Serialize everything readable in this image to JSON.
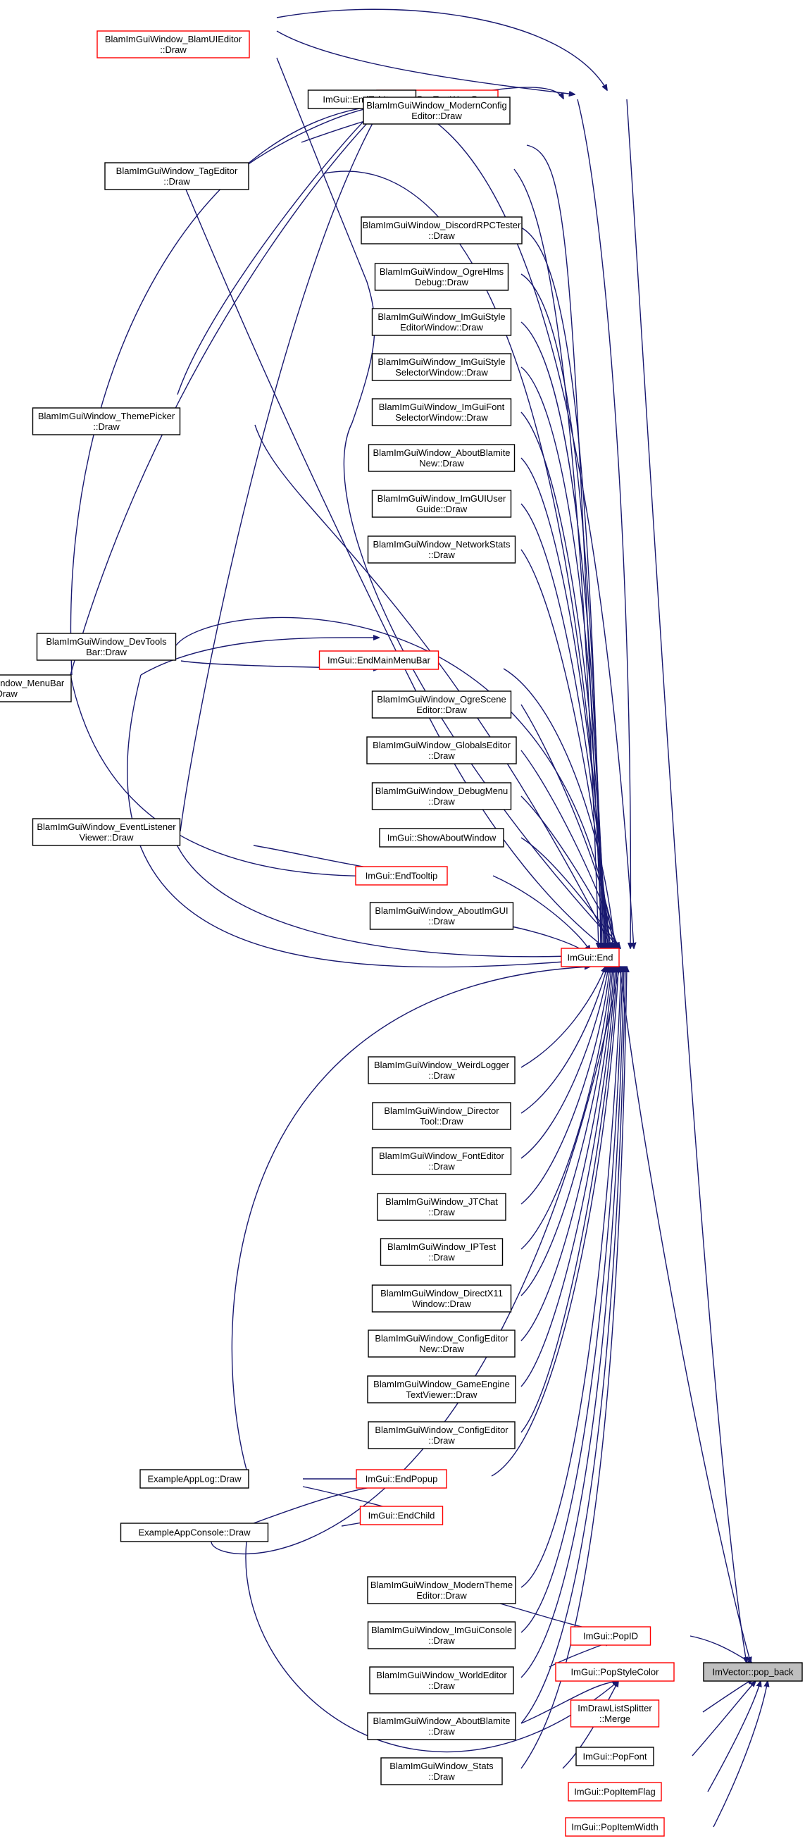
{
  "colors": {
    "edge": "#191970",
    "red_border": "#ff0000",
    "black_border": "#000000",
    "focus_fill": "#bfbfbf"
  },
  "nodes": [
    {
      "id": "blamui",
      "lines": [
        "BlamImGuiWindow_BlamUIEditor",
        "::Draw"
      ],
      "style": "red"
    },
    {
      "id": "poptextwrap",
      "lines": [
        "ImGui::PopTextWrapPos"
      ],
      "style": "red"
    },
    {
      "id": "endtabitem",
      "lines": [
        "ImGui::EndTabItem"
      ],
      "style": "black"
    },
    {
      "id": "modernconfig",
      "lines": [
        "BlamImGuiWindow_ModernConfig",
        "Editor::Draw"
      ],
      "style": "black"
    },
    {
      "id": "tageditor",
      "lines": [
        "BlamImGuiWindow_TagEditor",
        "::Draw"
      ],
      "style": "black"
    },
    {
      "id": "discord",
      "lines": [
        "BlamImGuiWindow_DiscordRPCTester",
        "::Draw"
      ],
      "style": "black"
    },
    {
      "id": "ogrehlms",
      "lines": [
        "BlamImGuiWindow_OgreHlms",
        "Debug::Draw"
      ],
      "style": "black"
    },
    {
      "id": "stylededitor",
      "lines": [
        "BlamImGuiWindow_ImGuiStyle",
        "EditorWindow::Draw"
      ],
      "style": "black"
    },
    {
      "id": "styleselector",
      "lines": [
        "BlamImGuiWindow_ImGuiStyle",
        "SelectorWindow::Draw"
      ],
      "style": "black"
    },
    {
      "id": "fontselector",
      "lines": [
        "BlamImGuiWindow_ImGuiFont",
        "SelectorWindow::Draw"
      ],
      "style": "black"
    },
    {
      "id": "themepicker",
      "lines": [
        "BlamImGuiWindow_ThemePicker",
        "::Draw"
      ],
      "style": "black"
    },
    {
      "id": "aboutblamitenew",
      "lines": [
        "BlamImGuiWindow_AboutBlamite",
        "New::Draw"
      ],
      "style": "black"
    },
    {
      "id": "userguide",
      "lines": [
        "BlamImGuiWindow_ImGUIUser",
        "Guide::Draw"
      ],
      "style": "black"
    },
    {
      "id": "netstats",
      "lines": [
        "BlamImGuiWindow_NetworkStats",
        "::Draw"
      ],
      "style": "black"
    },
    {
      "id": "devtools",
      "lines": [
        "BlamImGuiWindow_DevTools",
        "Bar::Draw"
      ],
      "style": "black"
    },
    {
      "id": "menubar",
      "lines": [
        "BlamImGuiWindow_MenuBar",
        "::Draw"
      ],
      "style": "black"
    },
    {
      "id": "endmainmenubar",
      "lines": [
        "ImGui::EndMainMenuBar"
      ],
      "style": "red"
    },
    {
      "id": "ogrescene",
      "lines": [
        "BlamImGuiWindow_OgreScene",
        "Editor::Draw"
      ],
      "style": "black"
    },
    {
      "id": "globals",
      "lines": [
        "BlamImGuiWindow_GlobalsEditor",
        "::Draw"
      ],
      "style": "black"
    },
    {
      "id": "debugmenu",
      "lines": [
        "BlamImGuiWindow_DebugMenu",
        "::Draw"
      ],
      "style": "black"
    },
    {
      "id": "showabout",
      "lines": [
        "ImGui::ShowAboutWindow"
      ],
      "style": "black"
    },
    {
      "id": "eventlistener",
      "lines": [
        "BlamImGuiWindow_EventListener",
        "Viewer::Draw"
      ],
      "style": "black"
    },
    {
      "id": "endtooltip",
      "lines": [
        "ImGui::EndTooltip"
      ],
      "style": "red"
    },
    {
      "id": "aboutimgui",
      "lines": [
        "BlamImGuiWindow_AboutImGUI",
        "::Draw"
      ],
      "style": "black"
    },
    {
      "id": "end",
      "lines": [
        "ImGui::End"
      ],
      "style": "red"
    },
    {
      "id": "weirdlogger",
      "lines": [
        "BlamImGuiWindow_WeirdLogger",
        "::Draw"
      ],
      "style": "black"
    },
    {
      "id": "director",
      "lines": [
        "BlamImGuiWindow_Director",
        "Tool::Draw"
      ],
      "style": "black"
    },
    {
      "id": "fonteditor",
      "lines": [
        "BlamImGuiWindow_FontEditor",
        "::Draw"
      ],
      "style": "black"
    },
    {
      "id": "jtchat",
      "lines": [
        "BlamImGuiWindow_JTChat",
        "::Draw"
      ],
      "style": "black"
    },
    {
      "id": "iptest",
      "lines": [
        "BlamImGuiWindow_IPTest",
        "::Draw"
      ],
      "style": "black"
    },
    {
      "id": "directx11",
      "lines": [
        "BlamImGuiWindow_DirectX11",
        "Window::Draw"
      ],
      "style": "black"
    },
    {
      "id": "configeditornew",
      "lines": [
        "BlamImGuiWindow_ConfigEditor",
        "New::Draw"
      ],
      "style": "black"
    },
    {
      "id": "gameengine",
      "lines": [
        "BlamImGuiWindow_GameEngine",
        "TextViewer::Draw"
      ],
      "style": "black"
    },
    {
      "id": "configeditor",
      "lines": [
        "BlamImGuiWindow_ConfigEditor",
        "::Draw"
      ],
      "style": "black"
    },
    {
      "id": "applog",
      "lines": [
        "ExampleAppLog::Draw"
      ],
      "style": "black"
    },
    {
      "id": "endpopup",
      "lines": [
        "ImGui::EndPopup"
      ],
      "style": "red"
    },
    {
      "id": "endchild",
      "lines": [
        "ImGui::EndChild"
      ],
      "style": "red"
    },
    {
      "id": "appconsole",
      "lines": [
        "ExampleAppConsole::Draw"
      ],
      "style": "black"
    },
    {
      "id": "moderntheme",
      "lines": [
        "BlamImGuiWindow_ModernTheme",
        "Editor::Draw"
      ],
      "style": "black"
    },
    {
      "id": "imguiconsole",
      "lines": [
        "BlamImGuiWindow_ImGuiConsole",
        "::Draw"
      ],
      "style": "black"
    },
    {
      "id": "popid",
      "lines": [
        "ImGui::PopID"
      ],
      "style": "red"
    },
    {
      "id": "worldeditor",
      "lines": [
        "BlamImGuiWindow_WorldEditor",
        "::Draw"
      ],
      "style": "black"
    },
    {
      "id": "popstylecolor",
      "lines": [
        "ImGui::PopStyleColor"
      ],
      "style": "red"
    },
    {
      "id": "popback",
      "lines": [
        "ImVector::pop_back"
      ],
      "style": "focus"
    },
    {
      "id": "splitter",
      "lines": [
        "ImDrawListSplitter",
        "::Merge"
      ],
      "style": "red"
    },
    {
      "id": "aboutblamite",
      "lines": [
        "BlamImGuiWindow_AboutBlamite",
        "::Draw"
      ],
      "style": "black"
    },
    {
      "id": "popfont",
      "lines": [
        "ImGui::PopFont"
      ],
      "style": "black"
    },
    {
      "id": "stats",
      "lines": [
        "BlamImGuiWindow_Stats",
        "::Draw"
      ],
      "style": "black"
    },
    {
      "id": "popitemflag",
      "lines": [
        "ImGui::PopItemFlag"
      ],
      "style": "red"
    },
    {
      "id": "popitemwidth",
      "lines": [
        "ImGui::PopItemWidth"
      ],
      "style": "red"
    }
  ]
}
